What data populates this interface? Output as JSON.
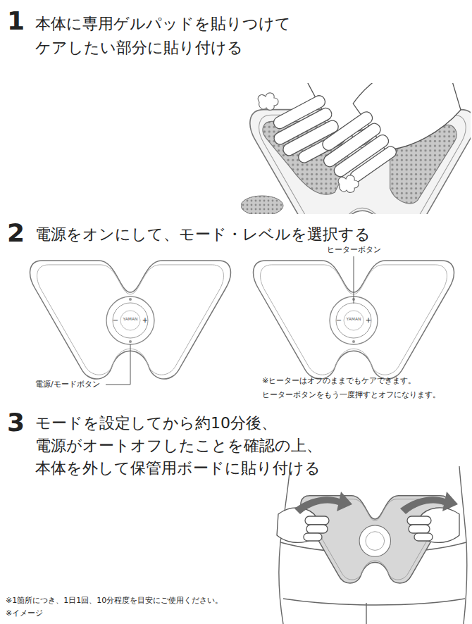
{
  "diagram": {
    "labels": [
      "1",
      "本体に専用ゲルパッドを貼りつけて ケアしたい部分に貼り付ける",
      "2",
      "電源をオンにして、モード・レベルを選択する",
      "ヒーターボタン",
      "電源/モードボタン",
      "※ヒーターはオフのままでもケアできます。 ヒーターボタンをもう一度押すとオフになります。",
      "3",
      "モードを設定してから約10分後、 電源がオートオフしたことを確認の上、 本体を外して保管用ボードに貼り付ける",
      "※1箇所につき、1日1回、10分程度を目安にご使用ください。",
      "※イメージ",
      "−",
      "YAMAN",
      "+",
      "−",
      "YAMAN",
      "+"
    ]
  }
}
